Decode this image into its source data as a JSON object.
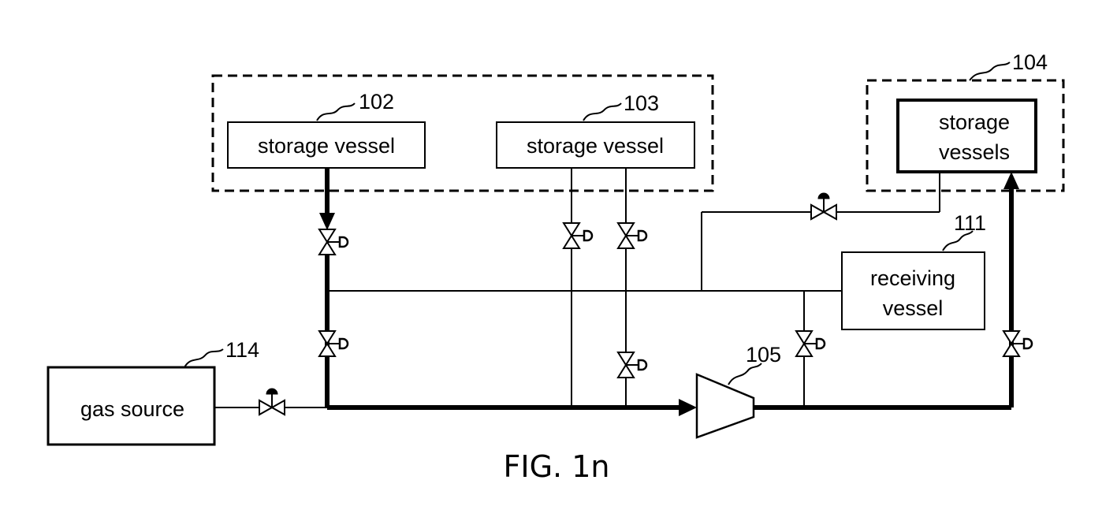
{
  "figure": {
    "caption": "FIG. 1n"
  },
  "refs": {
    "r102": "102",
    "r103": "103",
    "r104": "104",
    "r105": "105",
    "r111": "111",
    "r114": "114"
  },
  "boxes": {
    "vessel_102": "storage vessel",
    "vessel_103": "storage vessel",
    "vessels_104": [
      "storage",
      "vessels"
    ],
    "receiving_111": [
      "receiving",
      "vessel"
    ],
    "gas_source_114": "gas source"
  }
}
